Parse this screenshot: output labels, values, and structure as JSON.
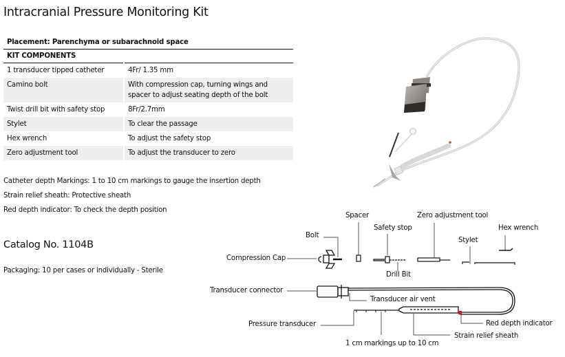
{
  "title": "Intracranial Pressure Monitoring Kit",
  "table": {
    "placement": "Placement: Parenchyma or subarachnoid space",
    "header": "KIT COMPONENTS",
    "rows": [
      {
        "component": "1 transducer tipped catheter",
        "description": "4Fr/ 1.35 mm"
      },
      {
        "component": "Camino bolt",
        "description": "With compression cap, turning wings and spacer to adjust seating depth of the bolt"
      },
      {
        "component": "Twist drill bit with safety stop",
        "description": "8Fr/2.7mm"
      },
      {
        "component": "Stylet",
        "description": "To clear the passage"
      },
      {
        "component": "Hex wrench",
        "description": "To adjust the safety stop"
      },
      {
        "component": "Zero adjustment tool",
        "description": "To adjust the transducer to zero"
      }
    ]
  },
  "notes": [
    "Catheter depth Markings: 1 to 10 cm markings to gauge the insertion depth",
    "Strain relief sheath: Protective sheath",
    "Red depth indicator: To check the depth position"
  ],
  "catalog": "Catalog No. 1104B",
  "packaging": "Packaging: 10 per cases or individually - Sterile",
  "diagram": {
    "labels": {
      "spacer": "Spacer",
      "zero_tool": "Zero adjustment tool",
      "safety_stop": "Safety stop",
      "hex_wrench": "Hex wrench",
      "bolt": "Bolt",
      "stylet": "Stylet",
      "compression_cap": "Compression Cap",
      "drill_bit": "Drill Bit",
      "transducer_connector": "Transducer connector",
      "transducer_air_vent": "Transducer air vent",
      "pressure_transducer": "Pressure transducer",
      "red_depth_indicator": "Red depth indicator",
      "strain_relief_sheath": "Strain relief sheath",
      "markings": "1 cm markings up to 10 cm"
    },
    "indicator_color": "#e01010"
  }
}
